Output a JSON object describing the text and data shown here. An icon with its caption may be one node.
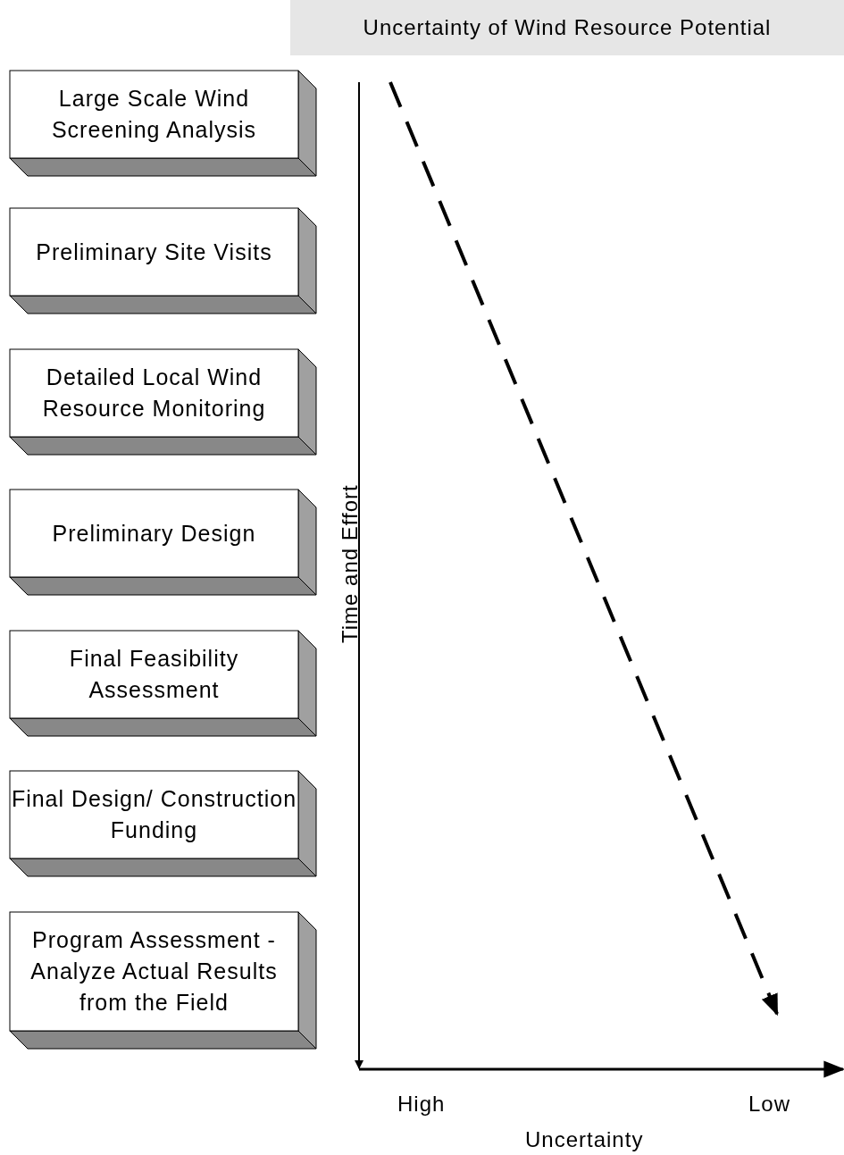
{
  "diagram": {
    "title": "Uncertainty of Wind Resource Potential",
    "nodes": [
      {
        "text": [
          "Large Scale Wind Screening Analysis"
        ]
      },
      {
        "text": [
          "Preliminary Site Visits"
        ]
      },
      {
        "text": [
          "Detailed Local Wind Resource Monitoring"
        ]
      },
      {
        "text": [
          "Preliminary Design"
        ]
      },
      {
        "text": [
          "Final Feasibility Assessment"
        ]
      },
      {
        "text": [
          "Final Design/ Construction Funding"
        ]
      },
      {
        "text": [
          "Program Assessment - Analyze Actual Results from the Field"
        ]
      }
    ],
    "edges": [],
    "labels": [
      "Time and Effort",
      "High",
      "Low",
      "Uncertainty"
    ]
  }
}
